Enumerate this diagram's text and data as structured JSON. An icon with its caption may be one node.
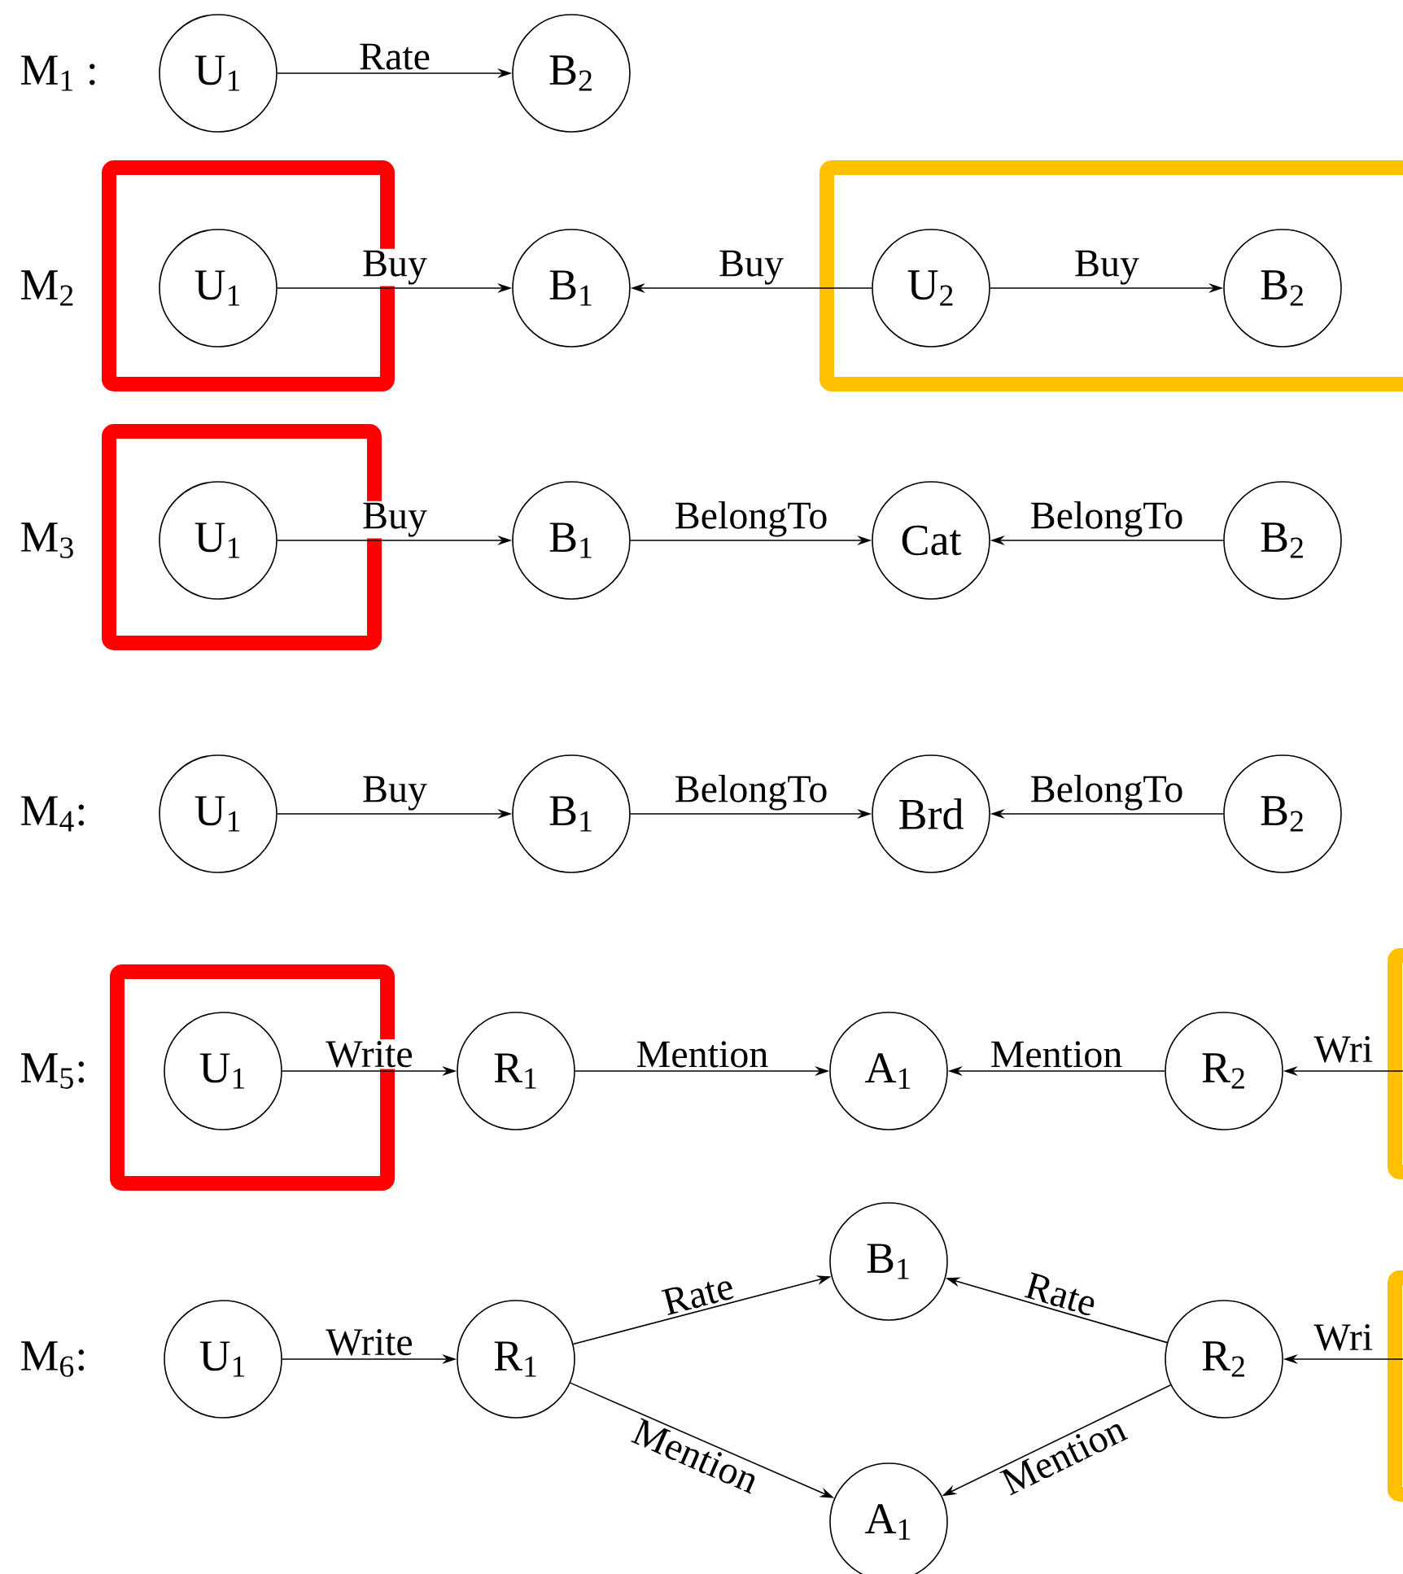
{
  "diagram": {
    "nodes": [
      {
        "text": [
          "U$_{1}$"
        ]
      },
      {
        "text": [
          "B$_{2}$"
        ]
      },
      {
        "text": [
          "U$_{1}$"
        ]
      },
      {
        "text": [
          "B$_{1}$"
        ]
      },
      {
        "text": [
          "U$_{2}$"
        ]
      },
      {
        "text": [
          "B$_{2}$"
        ]
      },
      {
        "text": [
          "U$_{1}$"
        ]
      },
      {
        "text": [
          "B$_{1}$"
        ]
      },
      {
        "text": [
          "Cat"
        ]
      },
      {
        "text": [
          "B$_{2}$"
        ]
      },
      {
        "text": [
          "U$_{1}$"
        ]
      },
      {
        "text": [
          "B$_{1}$"
        ]
      },
      {
        "text": [
          "Brd"
        ]
      },
      {
        "text": [
          "B$_{2}$"
        ]
      },
      {
        "text": [
          "U$_{1}$"
        ]
      },
      {
        "text": [
          "R$_{1}$"
        ]
      },
      {
        "text": [
          "A$_{1}$"
        ]
      },
      {
        "text": [
          "R$_{2}$"
        ]
      },
      {
        "text": [
          "U$_{1}$"
        ]
      },
      {
        "text": [
          "R$_{1}$"
        ]
      },
      {
        "text": [
          "B$_{1}$"
        ]
      },
      {
        "text": [
          "A$_{1}$"
        ]
      },
      {
        "text": [
          "R$_{2}$"
        ]
      }
    ],
    "edges": [
      {
        "from": 0,
        "to": 1,
        "arrow": "to",
        "label": "Rate"
      },
      {
        "from": 2,
        "to": 3,
        "arrow": "to",
        "label": "Buy"
      },
      {
        "from": 4,
        "to": 3,
        "arrow": "to",
        "label": "Buy"
      },
      {
        "from": 4,
        "to": 5,
        "arrow": "to",
        "label": "Buy"
      },
      {
        "from": 6,
        "to": 7,
        "arrow": "to",
        "label": "Buy"
      },
      {
        "from": 7,
        "to": 8,
        "arrow": "to",
        "label": "BelongTo"
      },
      {
        "from": 9,
        "to": 8,
        "arrow": "to",
        "label": "BelongTo"
      },
      {
        "from": 10,
        "to": 11,
        "arrow": "to",
        "label": "Buy"
      },
      {
        "from": 11,
        "to": 12,
        "arrow": "to",
        "label": "BelongTo"
      },
      {
        "from": 13,
        "to": 12,
        "arrow": "to",
        "label": "BelongTo"
      },
      {
        "from": 14,
        "to": 15,
        "arrow": "to",
        "label": "Write"
      },
      {
        "from": 15,
        "to": 16,
        "arrow": "to",
        "label": "Mention"
      },
      {
        "from": 17,
        "to": 16,
        "arrow": "to",
        "label": "Mention"
      },
      {
        "from": null,
        "to": 17,
        "arrow": "to",
        "label": "Wri"
      },
      {
        "from": 18,
        "to": 19,
        "arrow": "to",
        "label": "Write"
      },
      {
        "from": 19,
        "to": 20,
        "arrow": "to",
        "label": "Rate"
      },
      {
        "from": 19,
        "to": 21,
        "arrow": "to",
        "label": "Mention"
      },
      {
        "from": 22,
        "to": 20,
        "arrow": "to",
        "label": "Rate"
      },
      {
        "from": 22,
        "to": 21,
        "arrow": "to",
        "label": "Mention"
      },
      {
        "from": null,
        "to": 22,
        "arrow": "to",
        "label": "Wri"
      }
    ],
    "labels": [
      "M$_{1}$ :",
      "M$_{2}$",
      "M$_{3}$",
      "M$_{4}$:",
      "M$_{5}$:",
      "M$_{6}$:"
    ]
  }
}
